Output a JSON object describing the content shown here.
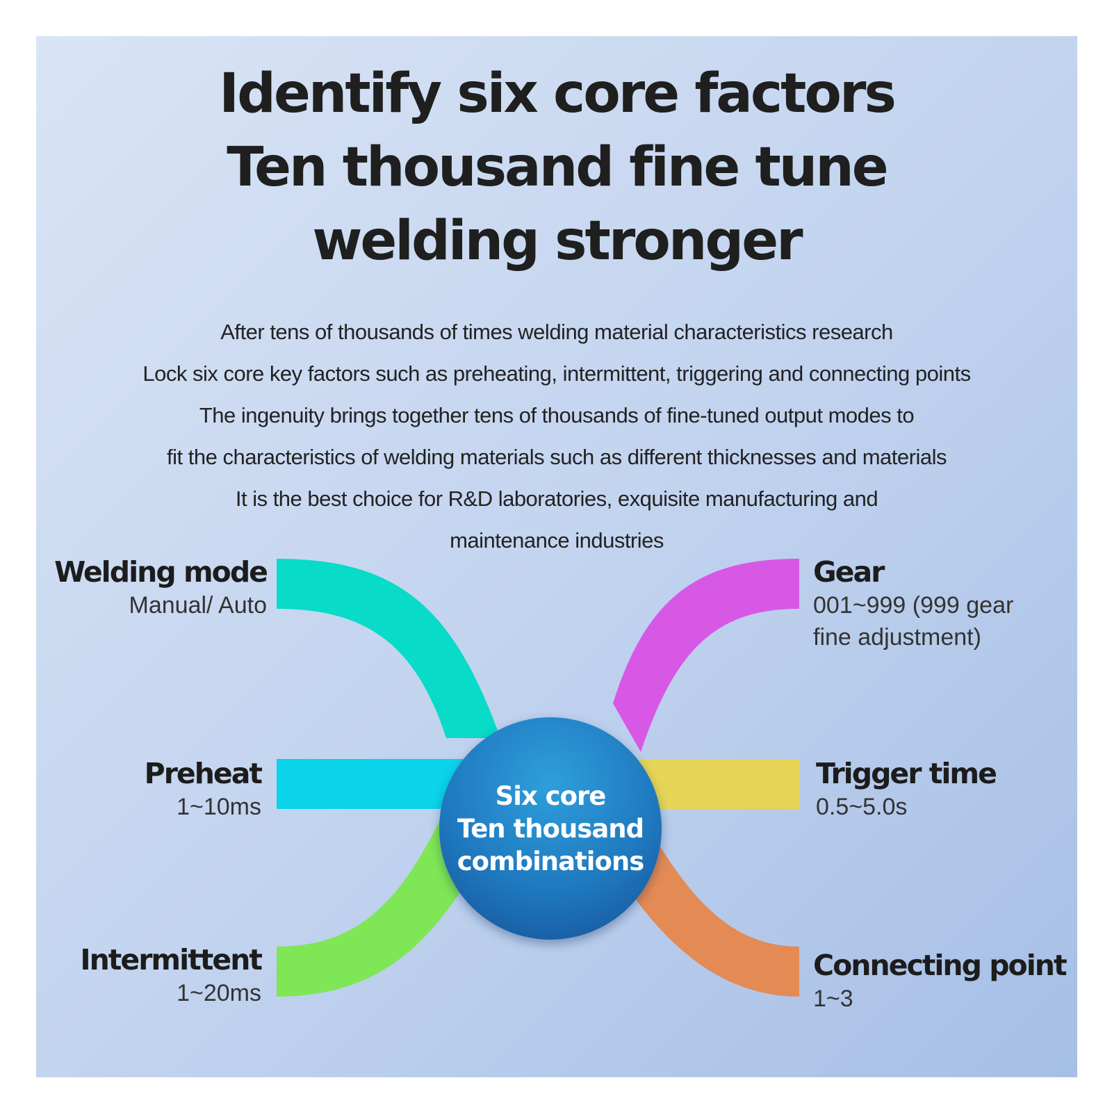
{
  "headline": [
    "Identify six core factors",
    "Ten thousand fine tune",
    "welding stronger"
  ],
  "intro": [
    "After tens of thousands of times welding material characteristics research",
    "Lock six core key factors such as preheating, intermittent, triggering and connecting points",
    "The ingenuity brings together tens of thousands of fine-tuned output modes to",
    "fit the characteristics of welding materials such as different thicknesses and materials",
    "It is the best choice for R&D laboratories, exquisite manufacturing and",
    "maintenance industries"
  ],
  "hub": [
    "Six core",
    "Ten thousand",
    "combinations"
  ],
  "factors": {
    "welding_mode": {
      "name": "Welding mode",
      "range": "Manual/ Auto",
      "color": "#08dbc7"
    },
    "preheat": {
      "name": "Preheat",
      "range": "1~10ms",
      "color": "#0bd3ea"
    },
    "intermittent": {
      "name": "Intermittent",
      "range": "1~20ms",
      "color": "#7fe655"
    },
    "gear": {
      "name": "Gear",
      "range_lines": [
        "001~999 (999 gear",
        "fine adjustment)"
      ],
      "color": "#d858e6"
    },
    "trigger_time": {
      "name": "Trigger time",
      "range": "0.5~5.0s",
      "color": "#e6d556"
    },
    "connecting_point": {
      "name": "Connecting point",
      "range": "1~3",
      "color": "#e48a55"
    }
  }
}
